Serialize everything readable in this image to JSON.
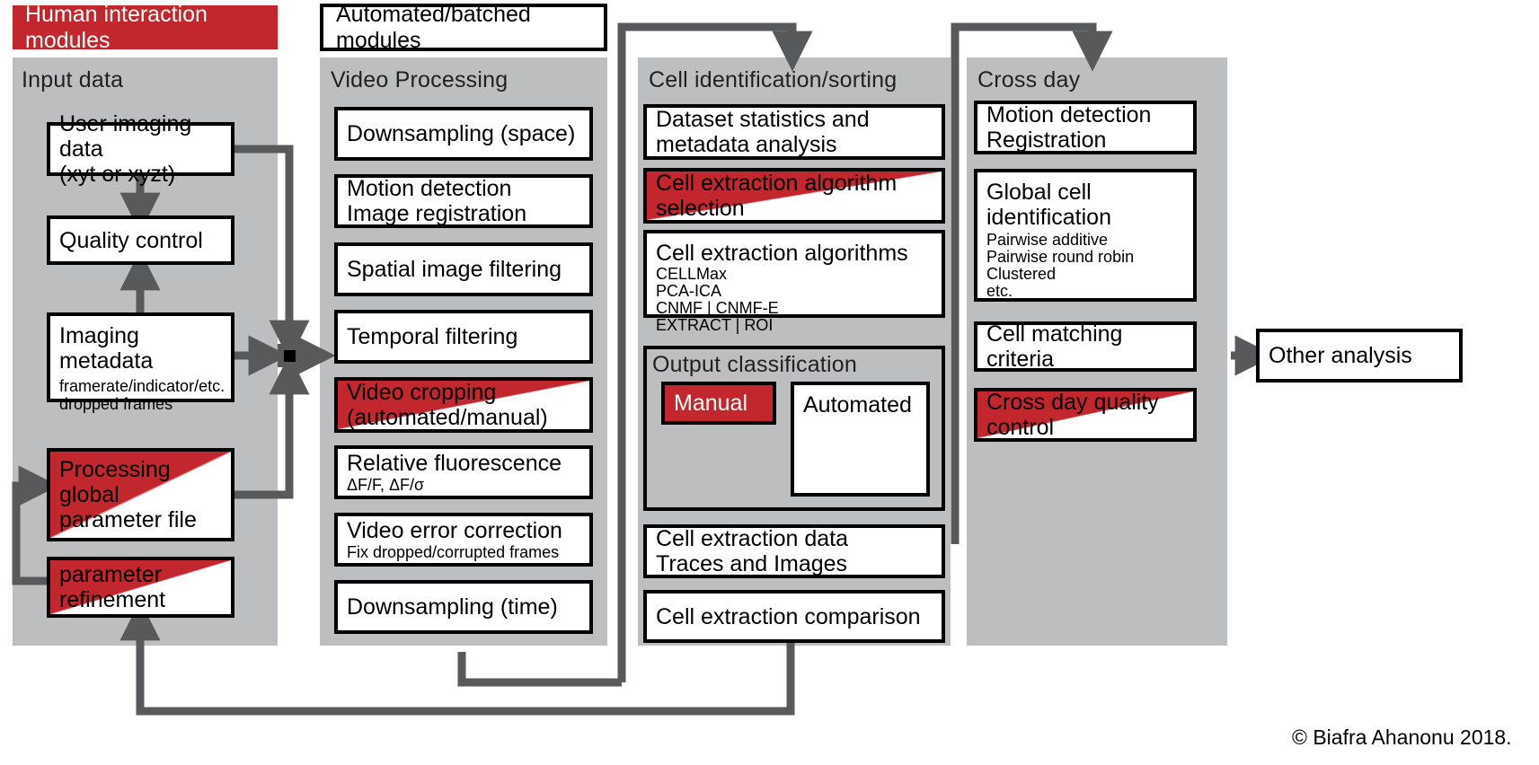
{
  "legend": {
    "human": "Human interaction modules",
    "automated": "Automated/batched modules"
  },
  "columns": [
    {
      "id": "input-data",
      "title": "Input data",
      "boxes": [
        {
          "id": "user-imaging-data",
          "title": "User imaging data",
          "sub": "(xyt or xyzt)",
          "human": false
        },
        {
          "id": "quality-control",
          "title": "Quality control",
          "sub": "",
          "human": false
        },
        {
          "id": "imaging-metadata",
          "title": "Imaging metadata",
          "sub": "framerate/indicator/etc.\ndropped frames",
          "human": false
        },
        {
          "id": "processing-global-parameter-file",
          "title": "Processing global\nparameter file",
          "sub": "",
          "human": true
        },
        {
          "id": "parameter-refinement",
          "title": "parameter\nrefinement",
          "sub": "",
          "human": true
        }
      ]
    },
    {
      "id": "video-processing",
      "title": "Video Processing",
      "boxes": [
        {
          "id": "downsampling-space",
          "title": "Downsampling  (space)",
          "sub": "",
          "human": false
        },
        {
          "id": "motion-detection-image-registration",
          "title": "Motion detection\nImage registration",
          "sub": "",
          "human": false
        },
        {
          "id": "spatial-image-filtering",
          "title": "Spatial image  filtering",
          "sub": "",
          "human": false
        },
        {
          "id": "temporal-filtering",
          "title": "Temporal filtering",
          "sub": "",
          "human": false
        },
        {
          "id": "video-cropping",
          "title": "Video cropping\n(automated/manual)",
          "sub": "",
          "human": true
        },
        {
          "id": "relative-fluorescence",
          "title": "Relative fluorescence",
          "sub": "ΔF/F, ΔF/σ",
          "human": false
        },
        {
          "id": "video-error-correction",
          "title": "Video error correction",
          "sub": "Fix dropped/corrupted frames",
          "human": false
        },
        {
          "id": "downsampling-time",
          "title": "Downsampling  (time)",
          "sub": "",
          "human": false
        }
      ]
    },
    {
      "id": "cell-identification-sorting",
      "title": "Cell identification/sorting",
      "boxes": [
        {
          "id": "dataset-statistics",
          "title": "Dataset statistics and\nmetadata analysis",
          "sub": "",
          "human": false
        },
        {
          "id": "cell-extraction-algorithm-selection",
          "title": "Cell extraction algorithm\nselection",
          "sub": "",
          "human": true
        },
        {
          "id": "cell-extraction-algorithms",
          "title": "Cell extraction algorithms",
          "sub": "CELLMax\nPCA-ICA\nCNMF | CNMF-E\nEXTRACT | ROI",
          "human": false
        },
        {
          "id": "cell-extraction-data",
          "title": "Cell extraction data\nTraces and Images",
          "sub": "",
          "human": false
        },
        {
          "id": "cell-extraction-comparison",
          "title": "Cell extraction comparison",
          "sub": "",
          "human": false
        }
      ],
      "subpanel": {
        "id": "output-classification",
        "title": "Output classification",
        "boxes": [
          {
            "id": "manual",
            "title": "Manual",
            "sub": "",
            "human": false,
            "solid_red": true
          },
          {
            "id": "automated",
            "title": "Automated",
            "sub": "",
            "human": false,
            "solid_red": false
          }
        ]
      }
    },
    {
      "id": "cross-day",
      "title": "Cross day",
      "boxes": [
        {
          "id": "motion-detection-registration",
          "title": "Motion detection\nRegistration",
          "sub": "",
          "human": false
        },
        {
          "id": "global-cell-identification",
          "title": "Global cell\nidentification",
          "sub": "Pairwise additive\nPairwise round robin\nClustered\netc.",
          "human": false
        },
        {
          "id": "cell-matching-criteria",
          "title": "Cell matching criteria",
          "sub": "",
          "human": false
        },
        {
          "id": "cross-day-quality-control",
          "title": "Cross day quality\ncontrol",
          "sub": "",
          "human": true
        }
      ]
    }
  ],
  "terminal": {
    "id": "other-analysis",
    "title": "Other analysis"
  },
  "copyright": "© Biafra Ahanonu 2018.",
  "colors": {
    "human_red": "#c1272d",
    "panel_grey": "#bcbec0",
    "wire_grey": "#58595b",
    "outline_black": "#000000"
  }
}
